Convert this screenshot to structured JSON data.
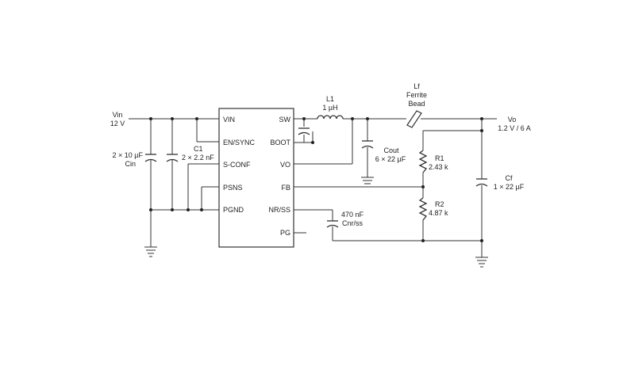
{
  "input": {
    "name": "Vin",
    "voltage": "12 V"
  },
  "output": {
    "name": "Vo",
    "voltage": "1.2 V / 6 A"
  },
  "ic_pins": {
    "left": [
      "VIN",
      "EN/SYNC",
      "S-CONF",
      "PSNS",
      "PGND"
    ],
    "right": [
      "SW",
      "BOOT",
      "VO",
      "FB",
      "NR/SS",
      "PG"
    ]
  },
  "components": {
    "cin": {
      "value": "2 × 10 µF",
      "name": "Cin"
    },
    "c1": {
      "name": "C1",
      "value": "2 × 2.2 nF"
    },
    "l1": {
      "name": "L1",
      "value": "1 µH"
    },
    "lf": {
      "name": "Lf",
      "line2": "Ferrite",
      "line3": "Bead"
    },
    "cout": {
      "name": "Cout",
      "value": "6 × 22 µF"
    },
    "r1": {
      "name": "R1",
      "value": "2.43 k"
    },
    "r2": {
      "name": "R2",
      "value": "4.87 k"
    },
    "cf": {
      "name": "Cf",
      "value": "1 × 22 µF"
    },
    "cnr": {
      "value": "470 nF",
      "name": "Cnr/ss"
    }
  }
}
